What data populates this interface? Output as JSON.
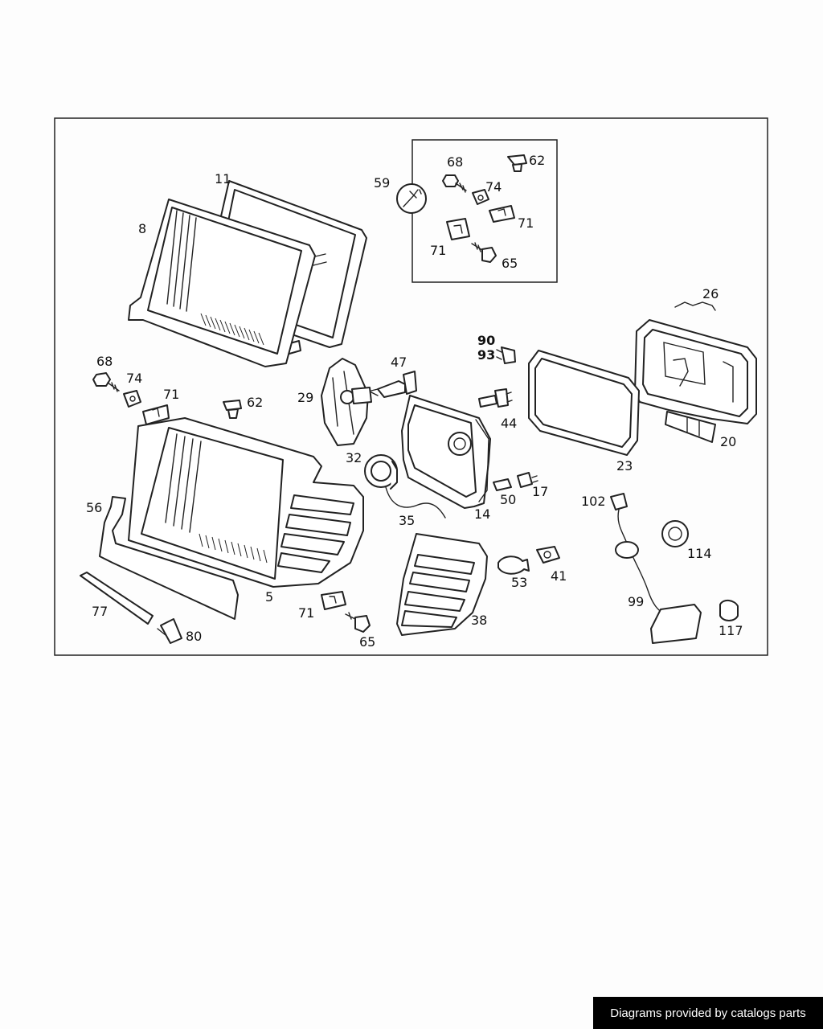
{
  "diagram": {
    "labels": {
      "l11": "11",
      "l8": "8",
      "l59": "59",
      "l68a": "68",
      "l62a": "62",
      "l74a": "74",
      "l71a": "71",
      "l71b": "71",
      "l65a": "65",
      "l26": "26",
      "l90": "90",
      "l93": "93",
      "l47": "47",
      "l29": "29",
      "l68b": "68",
      "l74b": "74",
      "l71c": "71",
      "l62b": "62",
      "l44": "44",
      "l20": "20",
      "l23": "23",
      "l32": "32",
      "l17": "17",
      "l50": "50",
      "l14": "14",
      "l35": "35",
      "l56": "56",
      "l102": "102",
      "l114": "114",
      "l5": "5",
      "l53": "53",
      "l41": "41",
      "l77": "77",
      "l71d": "71",
      "l38": "38",
      "l99": "99",
      "l80": "80",
      "l65b": "65",
      "l117": "117"
    }
  },
  "footer": {
    "credit": "Diagrams provided by catalogs parts"
  }
}
